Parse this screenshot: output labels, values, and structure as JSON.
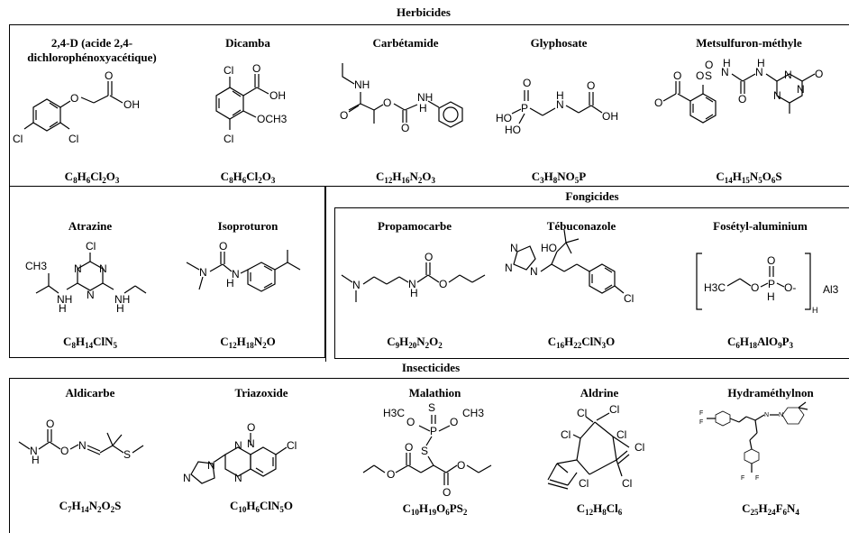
{
  "sections": {
    "herbicides": "Herbicides",
    "fongicides": "Fongicides",
    "insecticides": "Insecticides"
  },
  "compounds": {
    "d24": {
      "name_line1": "2,4-D (acide 2,4-",
      "name_line2": "dichlorophénoxyacétique)",
      "formula": [
        "C",
        "8",
        "H",
        "6",
        "Cl",
        "2",
        "O",
        "3"
      ]
    },
    "dicamba": {
      "name": "Dicamba",
      "formula": [
        "C",
        "8",
        "H",
        "6",
        "Cl",
        "2",
        "O",
        "3"
      ]
    },
    "carbetamide": {
      "name": "Carbétamide",
      "formula": [
        "C",
        "12",
        "H",
        "16",
        "N",
        "2",
        "O",
        "3"
      ]
    },
    "glyphosate": {
      "name": "Glyphosate",
      "formula": [
        "C",
        "3",
        "H",
        "8",
        "NO",
        "5",
        "P",
        ""
      ]
    },
    "metsulfuron": {
      "name": "Metsulfuron-méthyle",
      "formula": [
        "C",
        "14",
        "H",
        "15",
        "N",
        "5",
        "O",
        "6",
        "S",
        ""
      ]
    },
    "atrazine": {
      "name": "Atrazine",
      "formula": [
        "C",
        "8",
        "H",
        "14",
        "ClN",
        "5"
      ]
    },
    "isoproturon": {
      "name": "Isoproturon",
      "formula": [
        "C",
        "12",
        "H",
        "18",
        "N",
        "2",
        "O",
        ""
      ]
    },
    "propamocarbe": {
      "name": "Propamocarbe",
      "formula": [
        "C",
        "9",
        "H",
        "20",
        "N",
        "2",
        "O",
        "2"
      ]
    },
    "tebuconazole": {
      "name": "Tébuconazole",
      "formula": [
        "C",
        "16",
        "H",
        "22",
        "ClN",
        "3",
        "O",
        ""
      ]
    },
    "fosetyl": {
      "name": "Fosétyl-aluminium",
      "formula": [
        "C",
        "6",
        "H",
        "18",
        "AlO",
        "9",
        "P",
        "3"
      ]
    },
    "aldicarbe": {
      "name": "Aldicarbe",
      "formula": [
        "C",
        "7",
        "H",
        "14",
        "N",
        "2",
        "O",
        "2",
        "S",
        ""
      ]
    },
    "triazoxide": {
      "name": "Triazoxide",
      "formula": [
        "C",
        "10",
        "H",
        "6",
        "ClN",
        "5",
        "O",
        ""
      ]
    },
    "malathion": {
      "name": "Malathion",
      "formula": [
        "C",
        "10",
        "H",
        "19",
        "O",
        "6",
        "PS",
        "2"
      ]
    },
    "aldrine": {
      "name": "Aldrine",
      "formula": [
        "C",
        "12",
        "H",
        "8",
        "Cl",
        "6"
      ]
    },
    "hydramethylnon": {
      "name": "Hydraméthylnon",
      "formula": [
        "C",
        "25",
        "H",
        "24",
        "F",
        "6",
        "N",
        "4"
      ]
    }
  },
  "atoms": {
    "O": "O",
    "OH": "OH",
    "Cl": "Cl",
    "NH": "NH",
    "N": "N",
    "H": "H",
    "HO": "HO",
    "P": "P",
    "S": "S",
    "OCH3": "OCH3",
    "CH3": "CH3",
    "H3C": "H3C",
    "Al3": "Al3",
    "O_minus": "O-",
    "F": "F"
  }
}
